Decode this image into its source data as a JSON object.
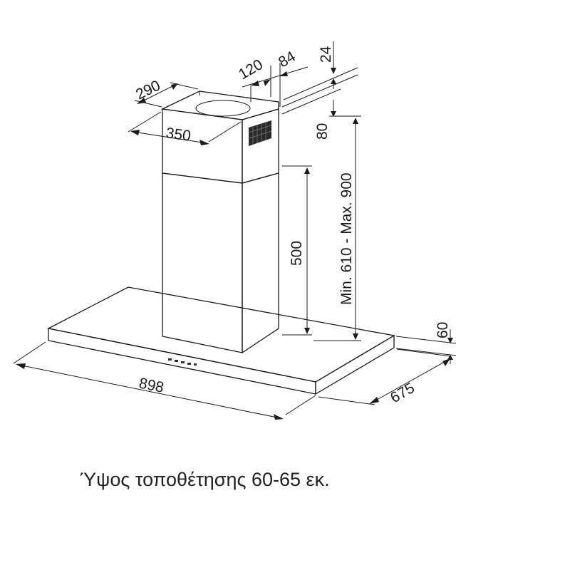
{
  "dimensions": {
    "hood_width": "898",
    "hood_depth": "675",
    "hood_thickness": "60",
    "chimney_width": "350",
    "chimney_depth": "290",
    "outlet_offset": "120",
    "outlet_size": "84",
    "top_offset": "24",
    "top_height": "80",
    "lower_chimney": "500",
    "total_height": "Min. 610 - Max. 900"
  },
  "caption": "Ύψος τοποθέτησης 60-65 εκ."
}
